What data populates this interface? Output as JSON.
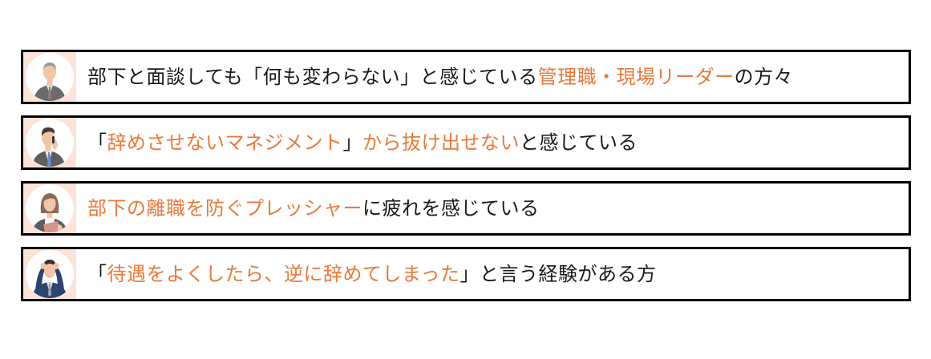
{
  "colors": {
    "border": "#000000",
    "highlight": "#e8793a",
    "text": "#1a1a1a",
    "avatar_background": "#fbe3d7"
  },
  "items": [
    {
      "avatar": "senior-businessman-avatar",
      "segments": [
        {
          "text": "部下と面談しても「何も変わらない」と感じている",
          "highlight": false
        },
        {
          "text": "管理職・現場リーダー",
          "highlight": true
        },
        {
          "text": "の方々",
          "highlight": false
        }
      ]
    },
    {
      "avatar": "businessman-on-phone-avatar",
      "segments": [
        {
          "text": "「",
          "highlight": false
        },
        {
          "text": "辞めさせないマネジメント",
          "highlight": true
        },
        {
          "text": "」",
          "highlight": false
        },
        {
          "text": "から抜け出せない",
          "highlight": true
        },
        {
          "text": "と感じている",
          "highlight": false
        }
      ]
    },
    {
      "avatar": "businesswoman-avatar",
      "segments": [
        {
          "text": "部下の離職を防ぐプレッシャー",
          "highlight": true
        },
        {
          "text": "に疲れを感じている",
          "highlight": false
        }
      ]
    },
    {
      "avatar": "stressed-businessman-avatar",
      "segments": [
        {
          "text": "「",
          "highlight": false
        },
        {
          "text": "待遇をよくしたら、逆に辞めてしまった",
          "highlight": true
        },
        {
          "text": "」と言う経験がある方",
          "highlight": false
        }
      ]
    }
  ]
}
